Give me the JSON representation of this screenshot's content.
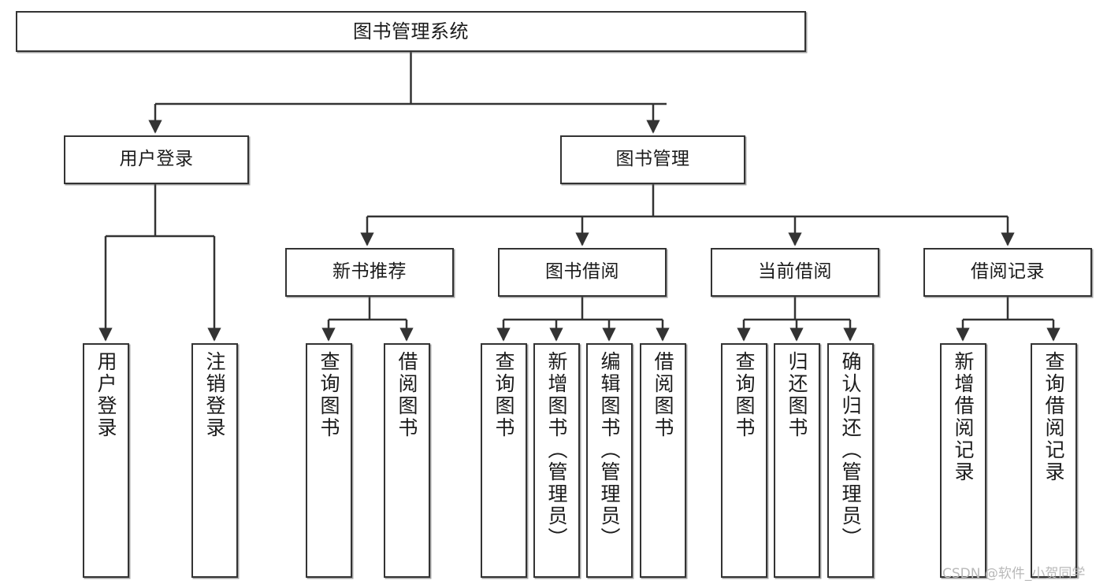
{
  "diagram": {
    "title": "图书管理系统",
    "type": "tree-hierarchy",
    "orientation": "top-down"
  },
  "nodes": {
    "root": {
      "label": "图书管理系统"
    },
    "level2": [
      {
        "label": "用户登录"
      },
      {
        "label": "图书管理"
      }
    ],
    "level3": [
      {
        "label": "新书推荐"
      },
      {
        "label": "图书借阅"
      },
      {
        "label": "当前借阅"
      },
      {
        "label": "借阅记录"
      }
    ],
    "leaves": {
      "user_login": [
        {
          "label": "用户登录"
        },
        {
          "label": "注销登录"
        }
      ],
      "new_book": [
        {
          "label": "查询图书"
        },
        {
          "label": "借阅图书"
        }
      ],
      "book_borrow": [
        {
          "label": "查询图书"
        },
        {
          "label": "新增图书（管理员）"
        },
        {
          "label": "编辑图书（管理员）"
        },
        {
          "label": "借阅图书"
        }
      ],
      "current_borrow": [
        {
          "label": "查询图书"
        },
        {
          "label": "归还图书"
        },
        {
          "label": "确认归还（管理员）"
        }
      ],
      "borrow_record": [
        {
          "label": "新增借阅记录"
        },
        {
          "label": "查询借阅记录"
        }
      ]
    }
  },
  "watermark": {
    "text": "CSDN @软件_小贺同学"
  },
  "colors": {
    "border": "#333333",
    "background": "#ffffff",
    "text": "#1b1b1b",
    "watermark": "#b9b9b9"
  }
}
